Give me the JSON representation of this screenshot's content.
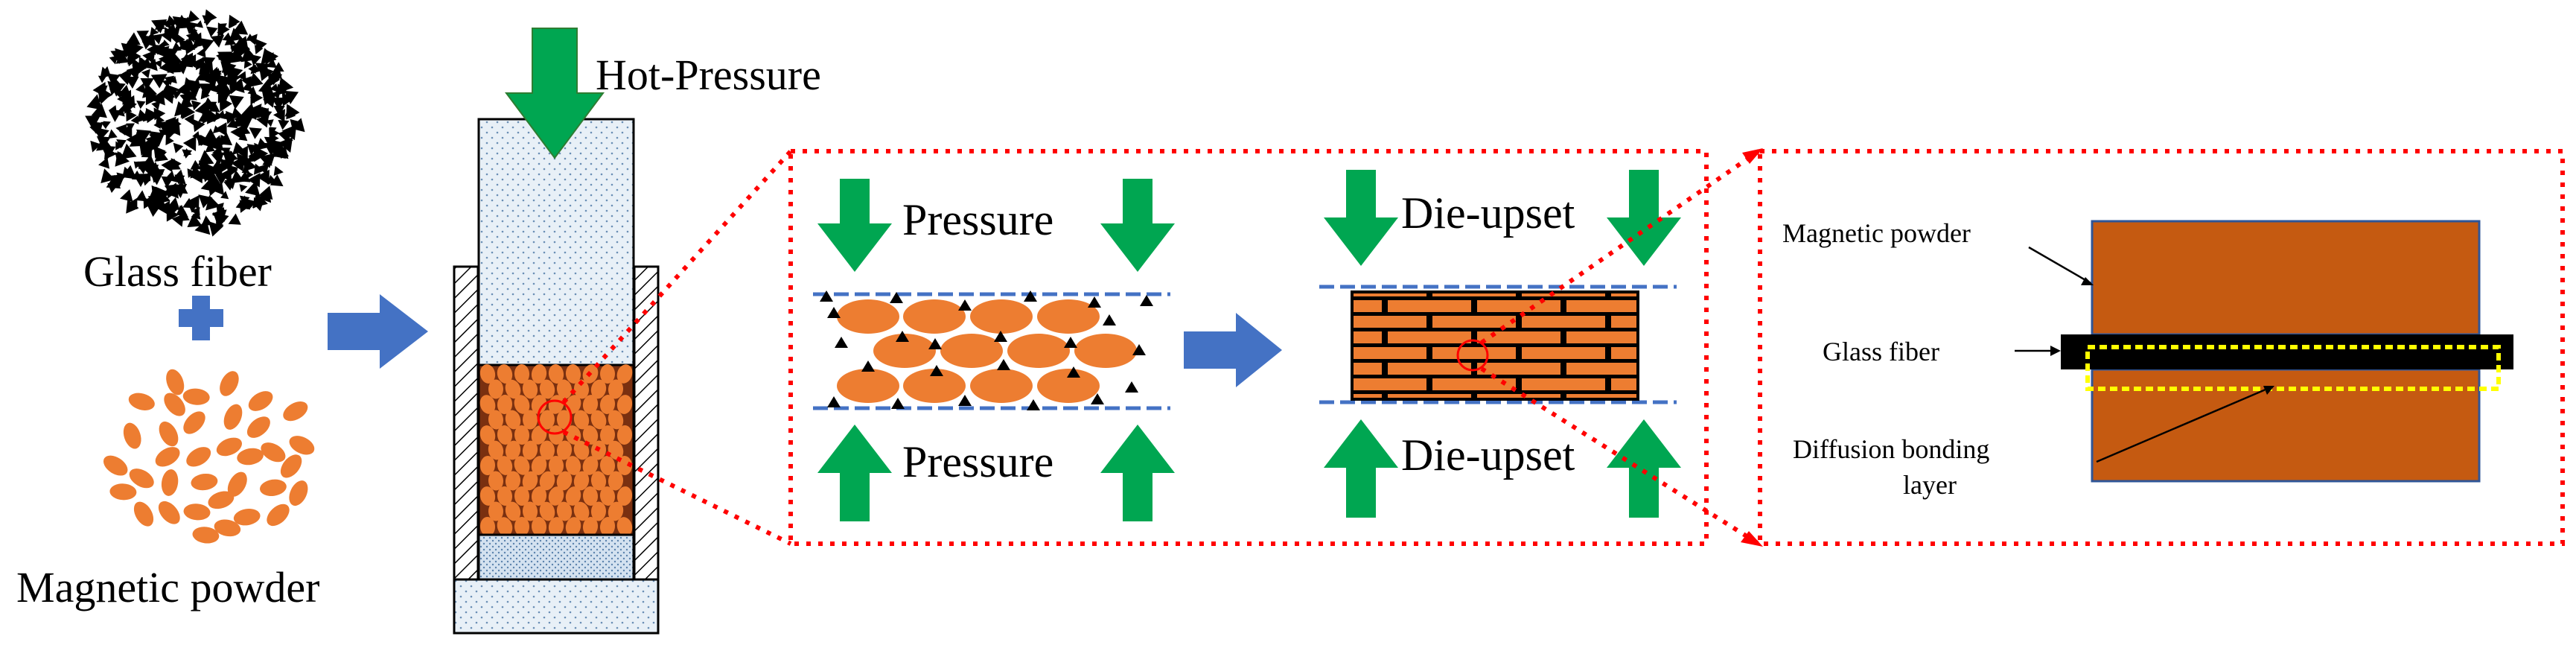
{
  "labels": {
    "glass_fiber": "Glass fiber",
    "magnetic_powder": "Magnetic powder",
    "hot_pressure": "Hot-Pressure",
    "pressure_top": "Pressure",
    "pressure_bottom": "Pressure",
    "die_upset_top": "Die-upset",
    "die_upset_bottom": "Die-upset",
    "detail_magnetic_powder": "Magnetic powder",
    "detail_glass_fiber": "Glass fiber",
    "detail_diffusion_line1": "Diffusion bonding",
    "detail_diffusion_line2": "layer"
  },
  "colors": {
    "orange_particle": "#ed7d31",
    "arrow_blue": "#4472c4",
    "arrow_green": "#00a651",
    "dashed_red": "#ff0000",
    "dashed_blue": "#4472c4",
    "brick_orange": "#c55a11",
    "dashed_yellow": "#ffff00",
    "die_fill": "#dde7f0"
  },
  "icons": {
    "plus": "plus-icon",
    "process_arrow": "right-arrow-icon",
    "press_arrow": "down-arrow-icon"
  }
}
